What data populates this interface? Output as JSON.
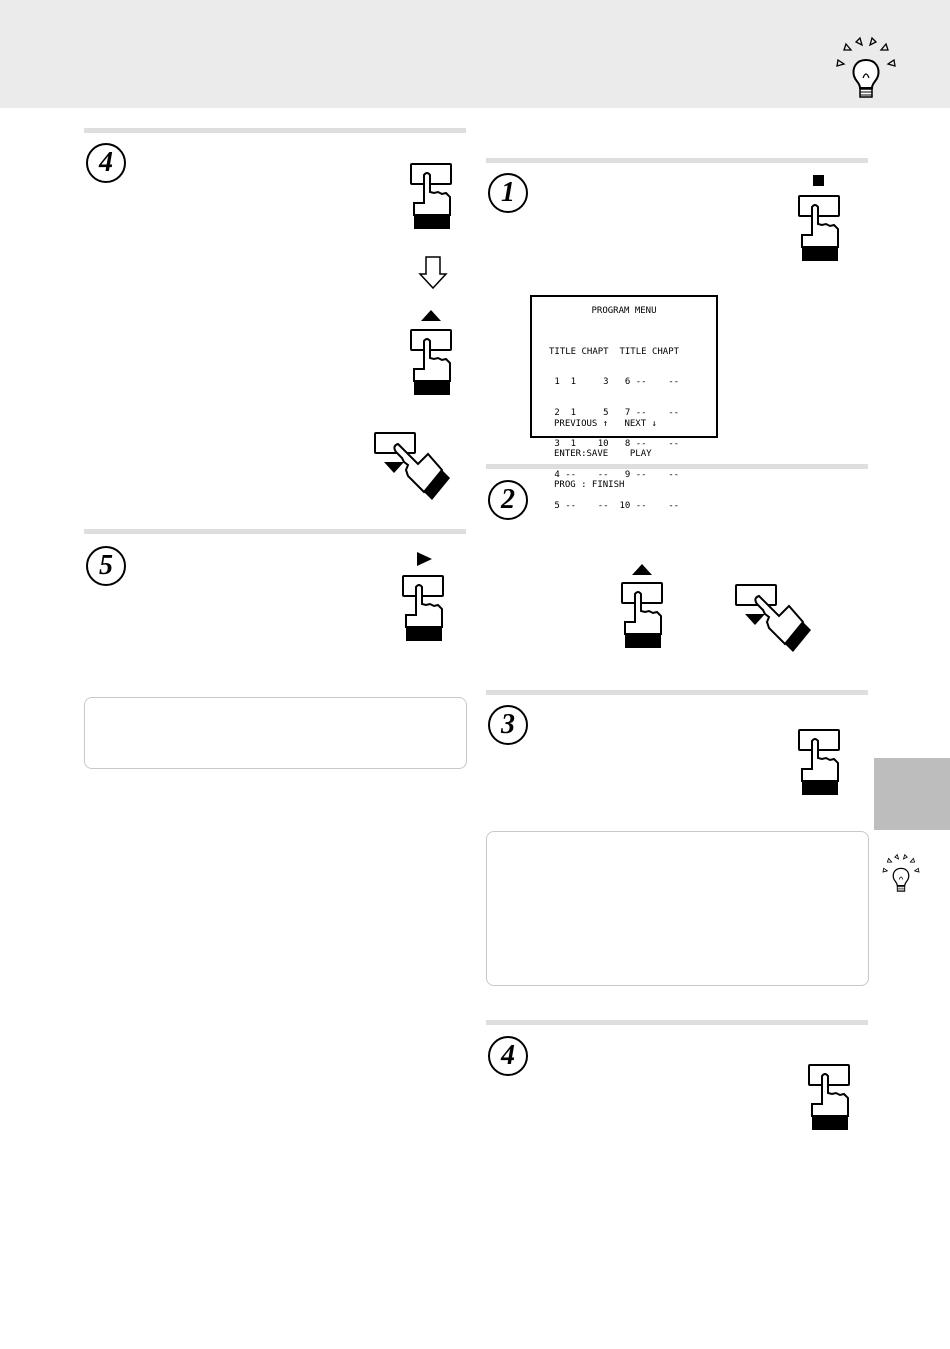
{
  "screen": {
    "title": "PROGRAM MENU",
    "grid_lines": [
      "TITLE CHAPT  TITLE CHAPT",
      " 1  1     3   6 --    --",
      " 2  1     5   7 --    --",
      " 3  1    10   8 --    --",
      " 4 --    --   9 --    --",
      " 5 --    --  10 --    --"
    ],
    "footer_lines": [
      "PREVIOUS ↑   NEXT ↓",
      "ENTER:SAVE    PLAY",
      "PROG : FINISH"
    ]
  },
  "steps": {
    "left_4": "4",
    "left_5": "5",
    "right_1": "1",
    "right_2": "2",
    "right_3": "3",
    "right_4": "4"
  },
  "icons": {
    "tip": "lightbulb-icon",
    "press": "hand-press-button-icon",
    "up": "up-triangle-icon",
    "down": "down-triangle-icon",
    "stop": "stop-square-icon",
    "play": "play-triangle-icon",
    "arrow": "down-outline-arrow-icon"
  },
  "colors": {
    "header": "#ebebeb",
    "rule": "#dedede",
    "side_tab": "#bdbdbd"
  }
}
